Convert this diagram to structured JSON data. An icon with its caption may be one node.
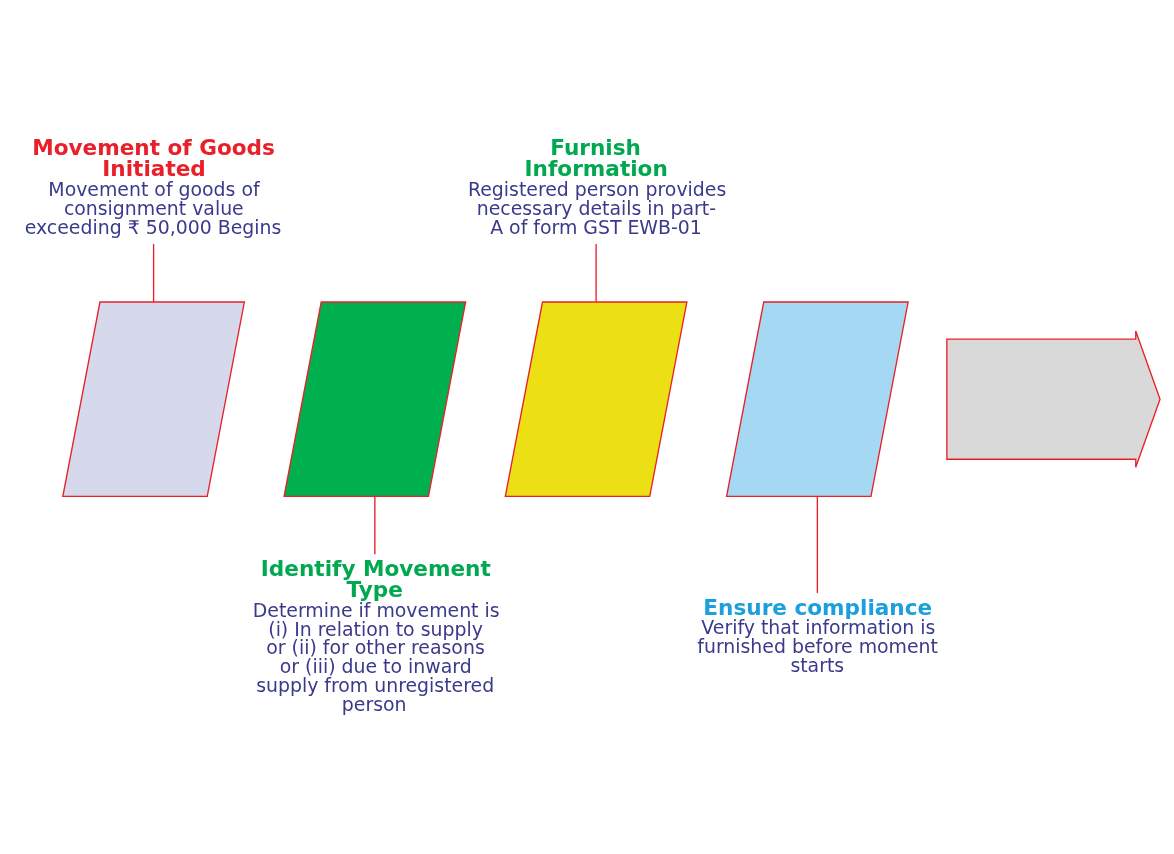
{
  "diagram": {
    "nodes": [
      {
        "text": [],
        "shape": "arrow"
      },
      {
        "text": [],
        "shape": "parallelogram"
      },
      {
        "text": [],
        "shape": "parallelogram"
      },
      {
        "text": [],
        "shape": "parallelogram"
      },
      {
        "text": [],
        "shape": "parallelogram"
      },
      {
        "text": [
          "Movement of Goods Initiated",
          "Movement of goods of consignment value exceeding ₹ 50,000 Begins"
        ]
      },
      {
        "text": [
          "Identify Movement Type",
          "Determine if movement is (i) In relation to supply or (ii) for other reasons or (iii) due to inward supply from unregistered person"
        ]
      },
      {
        "text": [
          "Furnish Information",
          "Registered person provides necessary details in part- A of form GST EWB-01"
        ]
      },
      {
        "text": [
          "Ensure compliance",
          "Verify that information is furnished before moment starts"
        ]
      }
    ],
    "edges": [
      {
        "from": 5,
        "to": 1,
        "arrow": "none"
      },
      {
        "from": 6,
        "to": 2,
        "arrow": "none"
      },
      {
        "from": 7,
        "to": 3,
        "arrow": "none"
      },
      {
        "from": 8,
        "to": 4,
        "arrow": "none"
      }
    ]
  }
}
